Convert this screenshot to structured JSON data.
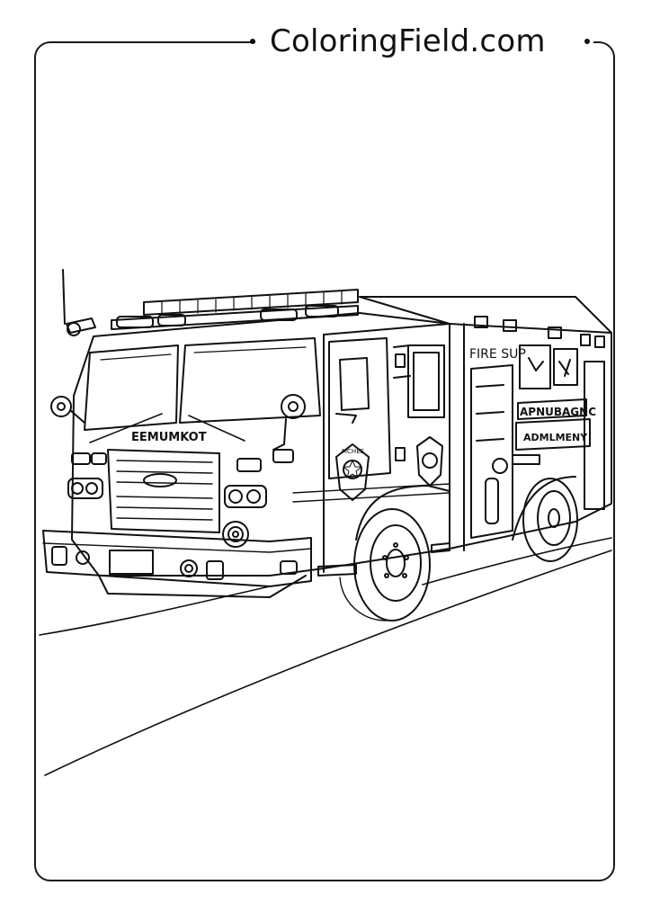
{
  "brand": {
    "site_name": "ColoringField.com"
  },
  "artwork": {
    "subject_icon": "fire-truck-icon",
    "cab_lettering": "EEMUMKOT",
    "side_label_top": "FIRE SUP",
    "side_label_mid": "APNUBAGNC",
    "side_label_low": "ADMLMENY",
    "door_emblem": "MCHEE"
  },
  "colors": {
    "ink": "#111111",
    "paper": "#ffffff"
  }
}
